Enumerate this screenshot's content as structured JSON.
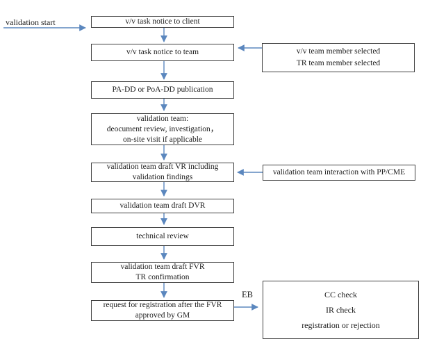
{
  "colors": {
    "arrow": "#5b87be",
    "box_border": "#3f3f3f",
    "text": "#1c1c1c",
    "background": "#ffffff"
  },
  "labels": {
    "validation_start": "validation start",
    "eb": "EB"
  },
  "boxes": {
    "client": {
      "lines": [
        "v/v task notice to client"
      ]
    },
    "team": {
      "lines": [
        "v/v task notice to team"
      ]
    },
    "padd": {
      "lines": [
        "PA-DD or PoA-DD publication"
      ]
    },
    "vteam": {
      "lines": [
        "validation team:",
        "deocument review, investigation，",
        "on-site visit if applicable"
      ]
    },
    "draft_vr": {
      "lines": [
        "validation team draft VR including",
        "validation findings"
      ]
    },
    "draft_dvr": {
      "lines": [
        "validation team draft DVR"
      ]
    },
    "tech_review": {
      "lines": [
        "technical review"
      ]
    },
    "draft_fvr": {
      "lines": [
        "validation team draft FVR",
        "TR confirmation"
      ]
    },
    "request_reg": {
      "lines": [
        "request for registration after the FVR",
        "approved by GM"
      ]
    },
    "team_selected": {
      "lines": [
        "v/v team member selected",
        "TR team member selected"
      ]
    },
    "pp_cme": {
      "lines": [
        "validation team interaction with PP/CME"
      ]
    },
    "checks": {
      "lines": [
        "CC check",
        "IR check",
        "registration or rejection"
      ]
    }
  }
}
